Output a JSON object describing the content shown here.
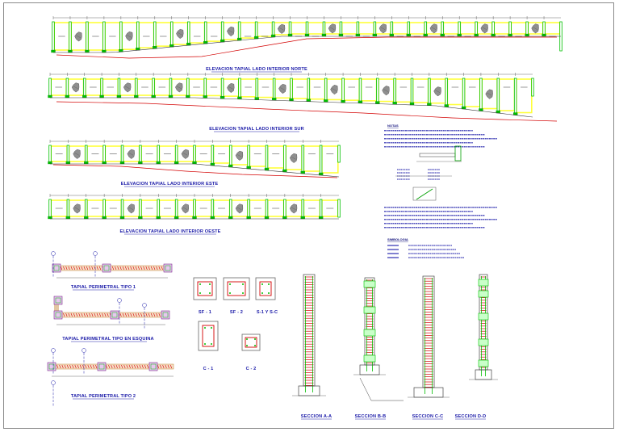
{
  "colors": {
    "frame": "#8a8a8a",
    "wall": "#ffff3a",
    "ties": "#00c000",
    "rebar": "#d30000",
    "text": "#1a1aa8",
    "stone": "#8f8f8f"
  },
  "elevations": [
    {
      "id": "norte",
      "title": "ELEVACION TAPIAL LADO INTERIOR NORTE"
    },
    {
      "id": "sur",
      "title": "ELEVACION TAPIAL LADO INTERIOR SUR"
    },
    {
      "id": "este",
      "title": "ELEVACION TAPIAL LADO INTERIOR ESTE"
    },
    {
      "id": "oeste",
      "title": "ELEVACION TAPIAL LADO INTERIOR OESTE"
    }
  ],
  "plans": [
    {
      "id": "tipo1",
      "title": "TAPIAL PERIMETRAL TIPO 1"
    },
    {
      "id": "esquina",
      "title": "TAPIAL PERIMETRAL TIPO EN ESQUINA"
    },
    {
      "id": "tipo2",
      "title": "TAPIAL PERIMETRAL TIPO 2"
    }
  ],
  "column_sections": [
    {
      "id": "sf1",
      "label": "SF - 1"
    },
    {
      "id": "sf2",
      "label": "SF - 2"
    },
    {
      "id": "s1s2",
      "label": "S-1 Y S-C"
    },
    {
      "id": "c1",
      "label": "C - 1"
    },
    {
      "id": "c2",
      "label": "C - 2"
    }
  ],
  "wall_sections": [
    {
      "id": "aa",
      "label": "SECCION A-A"
    },
    {
      "id": "bb",
      "label": "SECCION B-B"
    },
    {
      "id": "cc",
      "label": "SECCION C-C"
    },
    {
      "id": "dd",
      "label": "SECCION D-D"
    }
  ],
  "notes": {
    "heading": "NOTAS",
    "legend_heading": "SIMBOLOGIA"
  }
}
